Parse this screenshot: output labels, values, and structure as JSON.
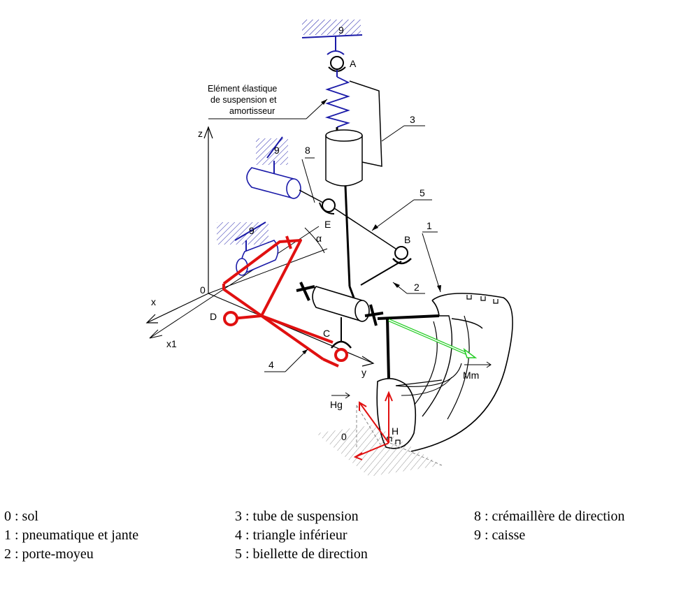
{
  "labels": {
    "nine_top": "9",
    "nine_mid": "9",
    "nine_low": "9",
    "A": "A",
    "B": "B",
    "C": "C",
    "D": "D",
    "E": "E",
    "H": "H",
    "z": "z",
    "x": "x",
    "x1": "x1",
    "y": "y",
    "origin": "0",
    "ground_zero": "0",
    "alpha": "α",
    "elastic_1": "Elément élastique",
    "elastic_2": "de suspension et",
    "elastic_3": "amortisseur",
    "n1": "1",
    "n2": "2",
    "n3": "3",
    "n4": "4",
    "n5": "5",
    "n8": "8",
    "Mm": "Mm",
    "Hg": "Hg"
  },
  "legend": {
    "col1": [
      "0 : sol",
      "1 : pneumatique et jante",
      "2 : porte-moyeu"
    ],
    "col2": [
      "3 : tube de suspension",
      "4 : triangle inférieur",
      "5 : biellette de direction"
    ],
    "col3": [
      "8 : crémaillère de direction",
      "9 : caisse"
    ]
  },
  "colors": {
    "frame": "#1a1aa8",
    "triangle": "#e01010",
    "force": "#e01010",
    "moment": "#22cc22",
    "structure": "#000000"
  }
}
